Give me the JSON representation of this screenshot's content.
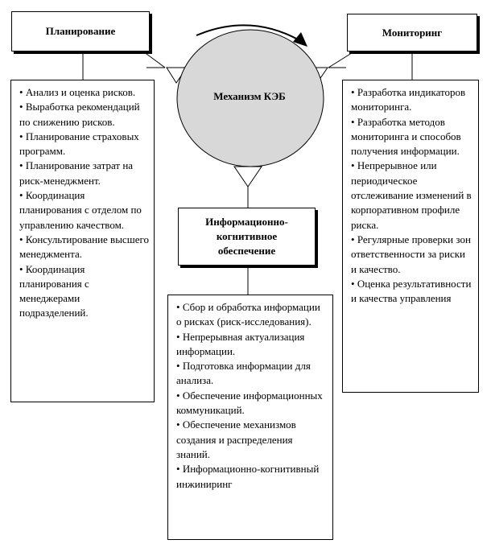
{
  "planning": {
    "title": "Планирование",
    "items": [
      "Анализ и оценка рисков.",
      "Выработка рекомендаций по снижению рисков.",
      "Планирование страховых программ.",
      "Планирование затрат на риск-менеджмент.",
      "Координация планирования с отделом по управлению качеством.",
      "Консультирование высшего менеджмента.",
      "Координация планирования с менеджерами подразделений."
    ]
  },
  "monitoring": {
    "title": "Мониторинг",
    "items": [
      "Разработка индикаторов мониторинга.",
      "Разработка методов мониторинга и способов получения информации.",
      "Непрерывное или периодическое отслеживание изменений в корпоративном профиле риска.",
      "Регулярные проверки зон ответственности за риски и качество.",
      "Оценка результативности и качества управления"
    ]
  },
  "center": {
    "label": "Механизм КЭБ"
  },
  "info": {
    "title": "Информационно-когнитивное обеспечение",
    "items": [
      "Сбор и обработка информации о рисках (риск-исследования).",
      "Непрерывная актуализация информации.",
      "Подготовка информации для анализа.",
      "Обеспечение информационных коммуникаций.",
      "Обеспечение механизмов создания и распределения знаний.",
      "Информационно-когнитивный инжиниринг"
    ]
  },
  "colors": {
    "ellipse_fill": "#d8d8d8",
    "line": "#000000"
  }
}
